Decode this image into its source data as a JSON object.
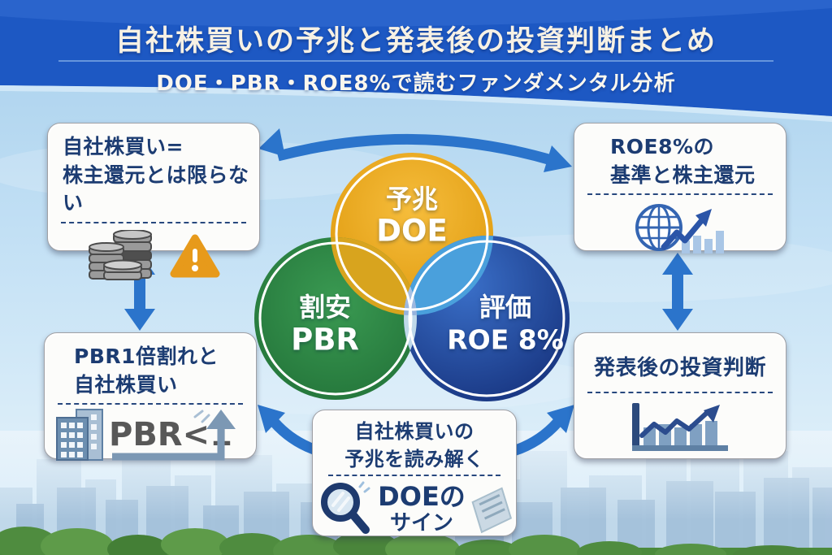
{
  "header": {
    "title": "自社株買いの予兆と発表後の投資判断まとめ",
    "subtitle": "DOE・PBR・ROE8%で読むファンダメンタル分析"
  },
  "venn": {
    "top": {
      "label": "予兆",
      "value": "DOE"
    },
    "left": {
      "label": "割安",
      "value": "PBR"
    },
    "right": {
      "label": "評価",
      "value": "ROE 8%"
    }
  },
  "cards": {
    "top_left": {
      "line1": "自社株買い=",
      "line2": "株主還元とは限らない",
      "icons": [
        "coins-icon",
        "warning-icon"
      ]
    },
    "top_right": {
      "line1": "ROE8%の",
      "line2": "基準と株主還元",
      "icons": [
        "globe-trend-icon"
      ]
    },
    "bottom_left": {
      "line1": "PBR1倍割れと",
      "line2": "自社株買い",
      "metric_label": "PBR<1",
      "icons": [
        "building-icon",
        "bent-up-arrow-icon"
      ]
    },
    "bottom_right": {
      "line1": "発表後の投資判断",
      "icons": [
        "bar-chart-trend-icon"
      ]
    },
    "bottom_center": {
      "line1": "自社株買いの",
      "line2": "予兆を読み解く",
      "metric_line1": "DOEの",
      "metric_line2": "サイン",
      "icons": [
        "magnifier-icon",
        "paper-icon"
      ]
    }
  },
  "colors": {
    "header_bg": "#1D58C3",
    "arrow_blue": "#2B74CB",
    "venn_yellow": "#E2A014",
    "venn_green": "#2E8746",
    "venn_blue": "#1D3F96",
    "card_title_navy": "#1C3C72",
    "warning_orange": "#E79A1B"
  }
}
